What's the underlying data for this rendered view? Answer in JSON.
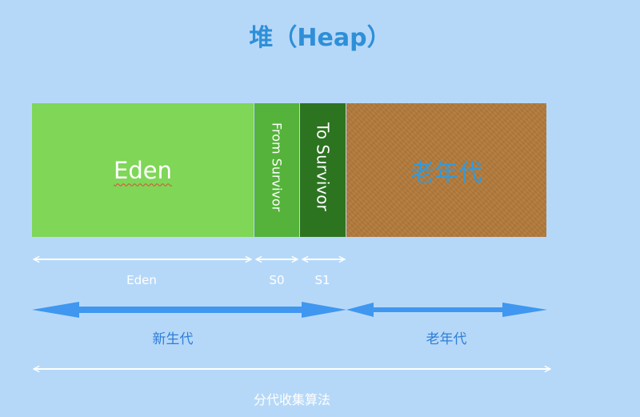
{
  "title": "堆（Heap）",
  "regions": {
    "eden": "Eden",
    "from_survivor": "From Survivor",
    "to_survivor": "To Survivor",
    "old_gen": "老年代"
  },
  "spans": {
    "eden": "Eden",
    "s0": "S0",
    "s1": "S1",
    "young_gen": "新生代",
    "old_gen": "老年代",
    "gc_algorithm": "分代收集算法"
  },
  "colors": {
    "background": "#b6d8f8",
    "title": "#2e8fd8",
    "eden": "#7fd657",
    "from_survivor": "#55b33b",
    "to_survivor": "#2c7420",
    "old_gen": "#b27a3b",
    "generation_arrow": "#3f97f0",
    "white_arrow": "#ffffff"
  }
}
